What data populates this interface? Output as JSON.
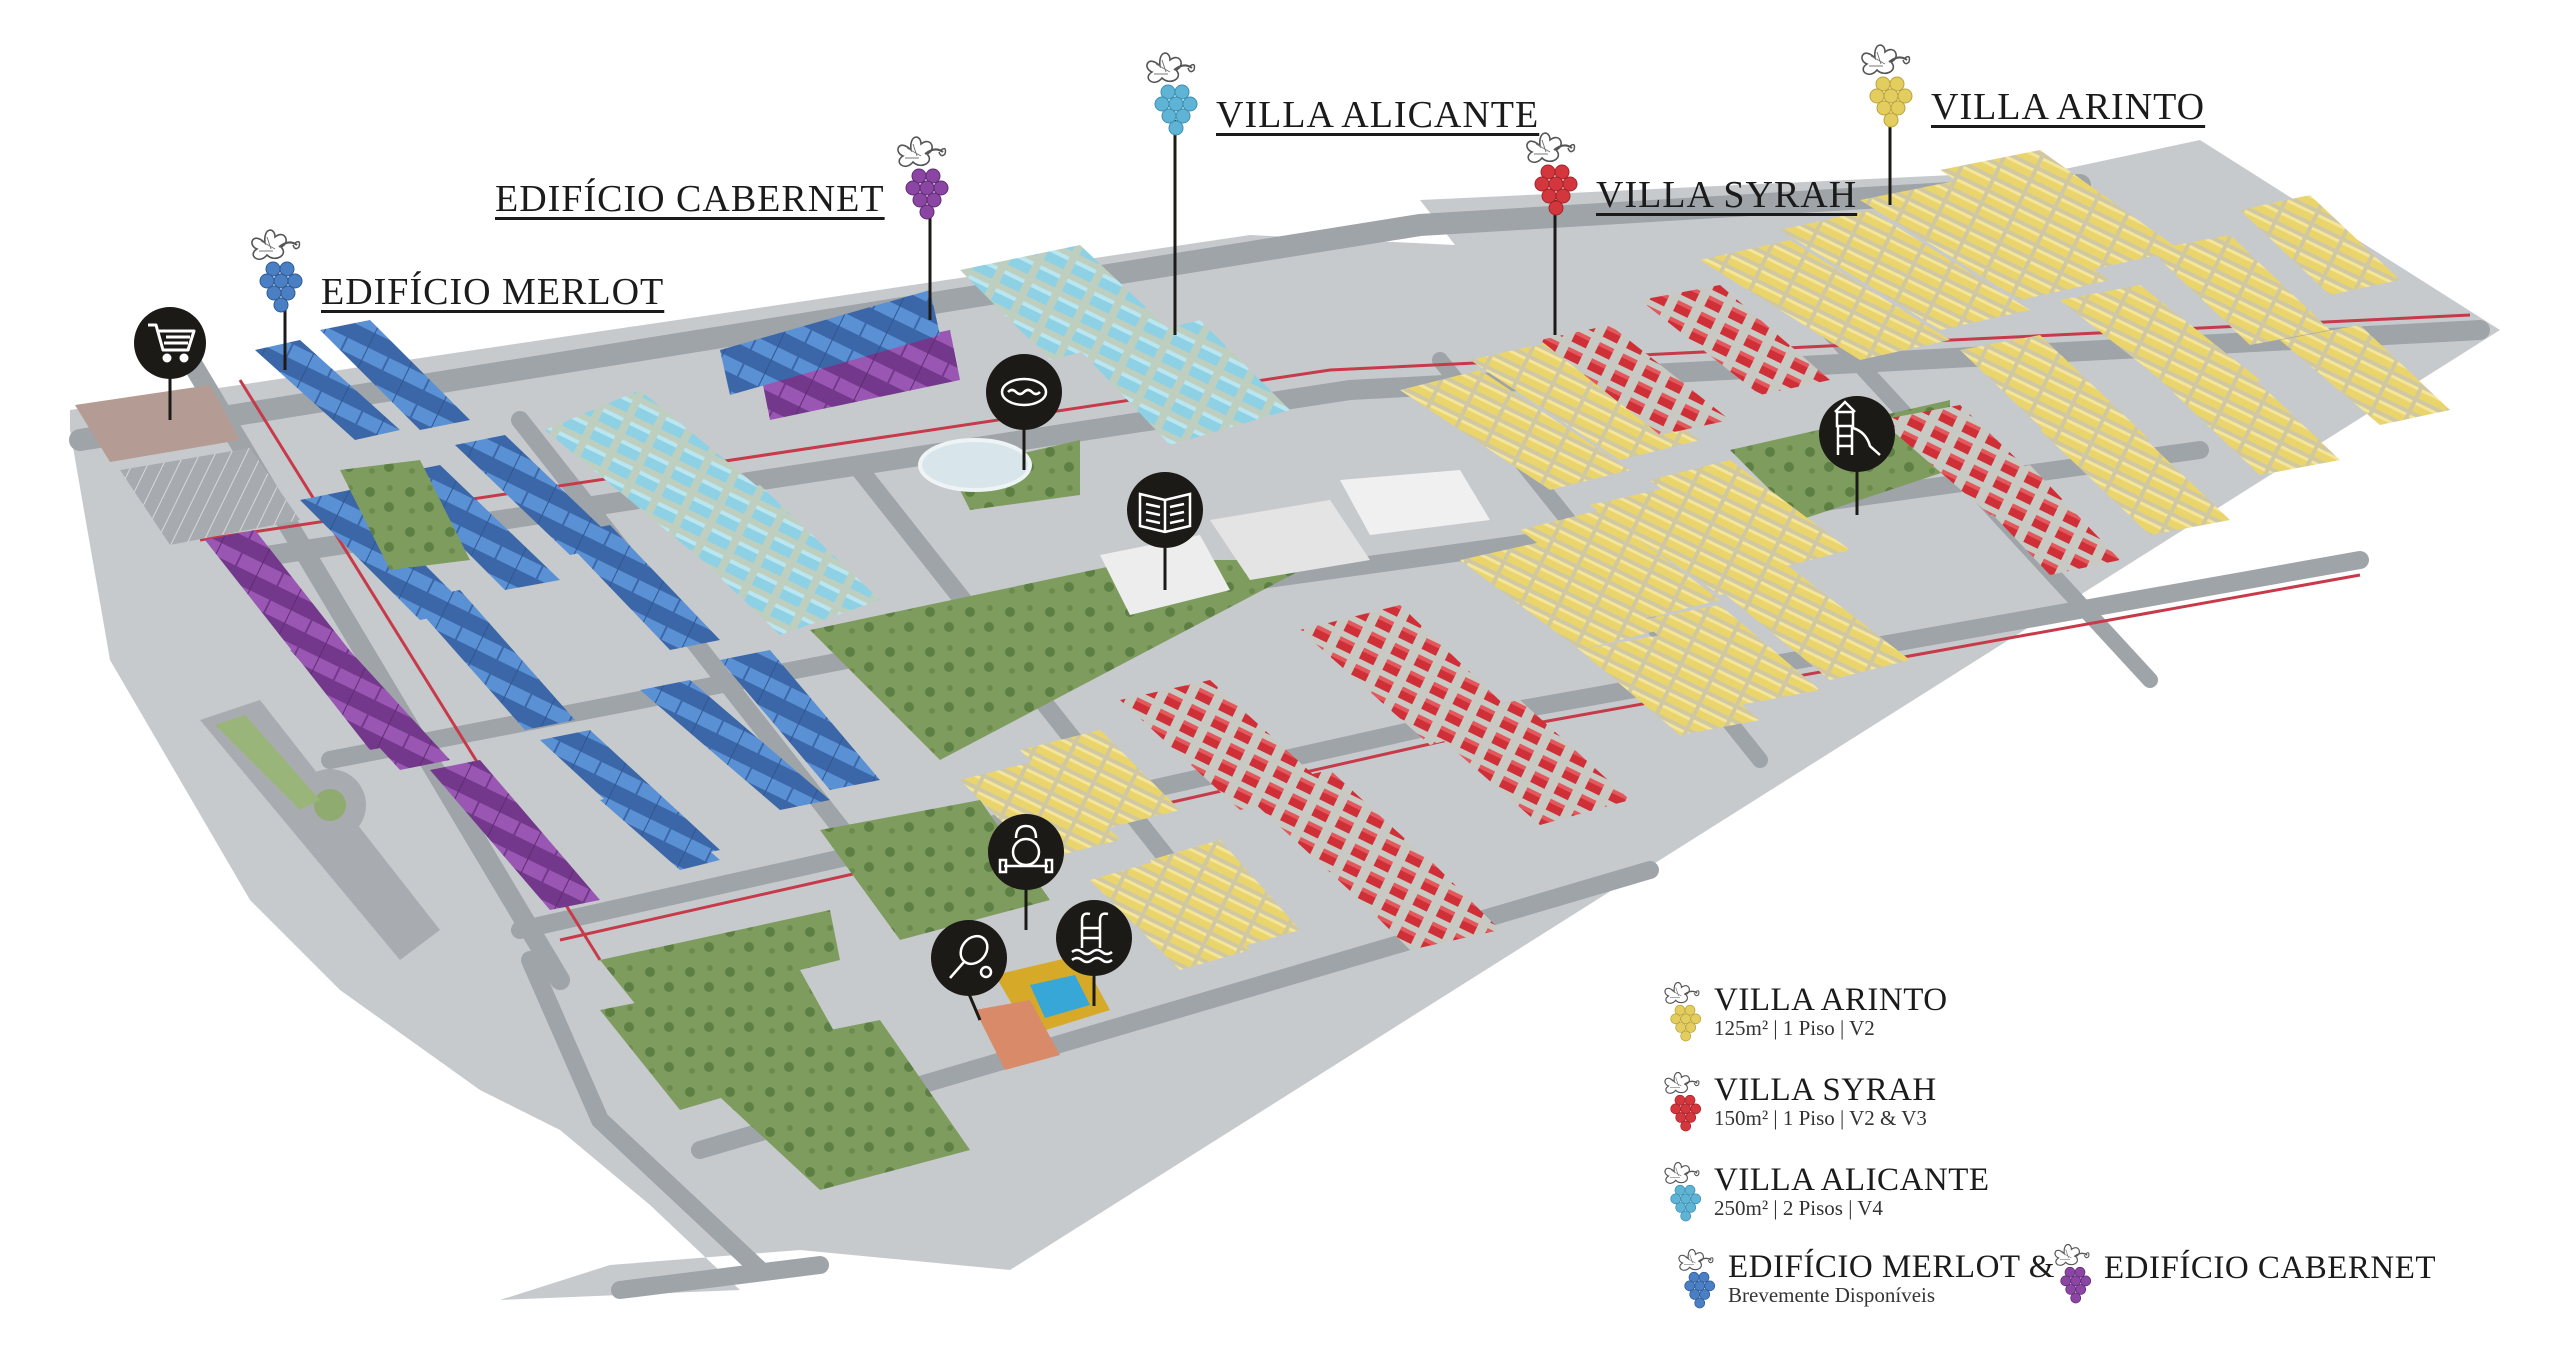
{
  "colors": {
    "arinto": "#e9d36a",
    "syrah": "#d4363d",
    "alicante": "#8fd3e6",
    "merlot": "#4a7fc4",
    "cabernet": "#8b46a3",
    "grass": "#7d9b5e",
    "road": "#b9bdc1",
    "sidewalk": "#dde0e2",
    "redline": "#c73a4a",
    "badge": "#1c1a16"
  },
  "callouts": {
    "merlot": "EDIFÍCIO MERLOT",
    "cabernet": "EDIFÍCIO CABERNET",
    "alicante": "VILLA ALICANTE",
    "syrah": "VILLA SYRAH",
    "arinto": "VILLA ARINTO"
  },
  "amenities": [
    {
      "name": "supermarket",
      "icon": "shopping-cart-icon"
    },
    {
      "name": "swimming-lake",
      "icon": "pool-lake-icon"
    },
    {
      "name": "library",
      "icon": "book-icon"
    },
    {
      "name": "playground",
      "icon": "slide-icon"
    },
    {
      "name": "gym",
      "icon": "kettlebell-icon"
    },
    {
      "name": "tennis",
      "icon": "tennis-racket-icon"
    },
    {
      "name": "pool",
      "icon": "pool-ladder-icon"
    }
  ],
  "legend": {
    "arinto": {
      "title": "VILLA ARINTO",
      "sub": "125m² | 1 Piso | V2"
    },
    "syrah": {
      "title": "VILLA SYRAH",
      "sub": "150m² | 1 Piso | V2 & V3"
    },
    "alicante": {
      "title": "VILLA ALICANTE",
      "sub": "250m² | 2 Pisos | V4"
    },
    "merlot": {
      "title": "EDIFÍCIO MERLOT &",
      "sub": "Brevemente Disponíveis"
    },
    "cabernet": {
      "title": "EDIFÍCIO CABERNET"
    }
  }
}
